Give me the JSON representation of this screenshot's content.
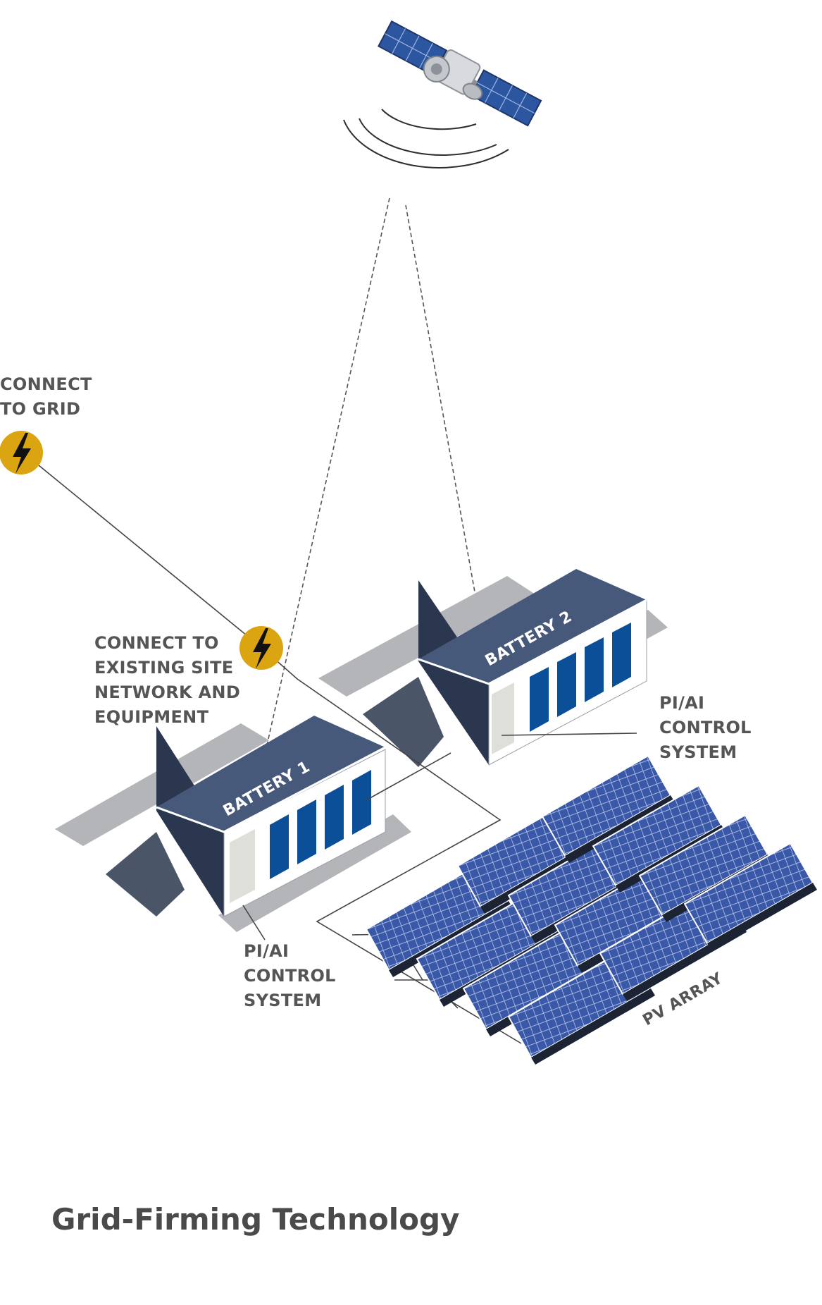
{
  "labels": {
    "grid": [
      "CONNECT",
      "TO GRID"
    ],
    "site": [
      "CONNECT TO",
      "EXISTING SITE",
      "NETWORK AND",
      "EQUIPMENT"
    ],
    "control_1": [
      "PI/AI",
      "CONTROL",
      "SYSTEM"
    ],
    "control_2": [
      "PI/AI",
      "CONTROL",
      "SYSTEM"
    ],
    "battery_1": "BATTERY 1",
    "battery_2": "BATTERY 2",
    "pv_array": "PV ARRAY"
  },
  "title": "Grid-Firming Technology",
  "icons": {
    "satellite": "satellite-icon",
    "signal": "signal-waves-icon",
    "power": "lightning-bolt-icon"
  },
  "colors": {
    "roof": "#47597a",
    "wall_dark": "#2b374e",
    "wall_light": "#ffffff",
    "window": "#0b4f99",
    "shadow": "#b3b5b8",
    "bolt_circle": "#dba512",
    "solar_panel": "#3a58a8",
    "text": "#555555"
  }
}
